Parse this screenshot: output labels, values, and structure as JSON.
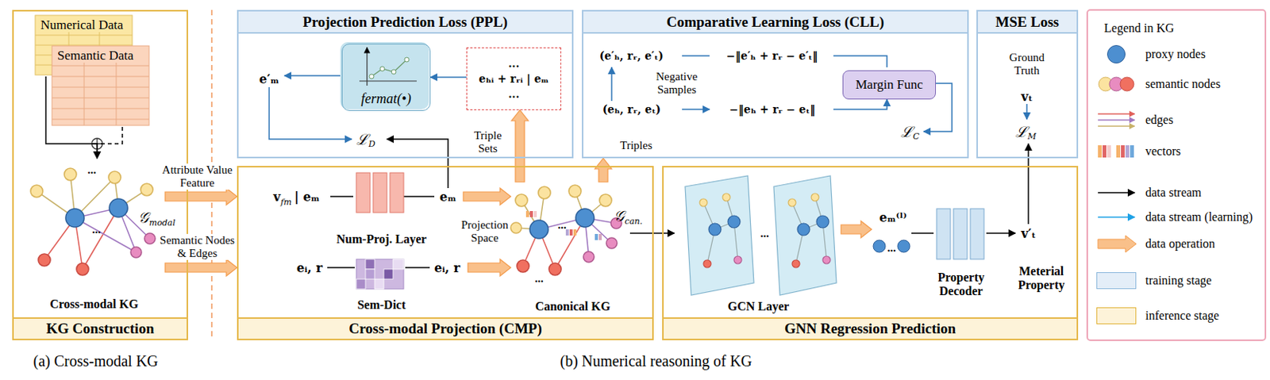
{
  "diagram": {
    "nodes": [
      {
        "text": [
          "KG Construction"
        ]
      },
      {
        "text": [
          "Numerical Data"
        ],
        "in": 0
      },
      {
        "text": [
          "Semantic Data"
        ],
        "in": 0
      },
      {
        "text": [
          "Cross-modal KG"
        ],
        "in": 0
      },
      {
        "text": [
          "Projection Prediction Loss (PPL)"
        ]
      },
      {
        "text": [
          "fermat(•)"
        ],
        "in": 4
      },
      {
        "text": [
          "...",
          "eₕᵢ + rᵣᵢ | eₘ",
          "..."
        ],
        "in": 4
      },
      {
        "text": [
          "Comparative Learning Loss (CLL)"
        ]
      },
      {
        "text": [
          "Margin Func"
        ],
        "in": 7
      },
      {
        "text": [
          "MSE Loss"
        ]
      },
      {
        "text": [
          "Cross-modal Projection (CMP)"
        ]
      },
      {
        "text": [
          "Num-Proj. Layer"
        ],
        "in": 10
      },
      {
        "text": [
          "Sem-Dict"
        ],
        "in": 10
      },
      {
        "text": [
          "Canonical KG"
        ],
        "in": 10
      },
      {
        "text": [
          "GNN Regression Prediction"
        ]
      },
      {
        "text": [
          "GCN Layer"
        ],
        "in": 14
      },
      {
        "text": [
          "Property Decoder"
        ],
        "in": 14
      }
    ],
    "edges": [
      {
        "from": 1,
        "to": 3,
        "arrow": "to"
      },
      {
        "from": 2,
        "to": 3,
        "arrow": "to"
      },
      {
        "from": 3,
        "to": 10,
        "arrow": "to",
        "label": "Attribute Value Feature"
      },
      {
        "from": 3,
        "to": 10,
        "arrow": "to",
        "label": "Semantic Nodes & Edges"
      },
      {
        "from": 6,
        "to": 5,
        "arrow": "to"
      },
      {
        "from": 13,
        "to": 6,
        "arrow": "to",
        "label": "Triple Sets"
      },
      {
        "from": 13,
        "to": 7,
        "arrow": "to",
        "label": "Triples"
      },
      {
        "from": 13,
        "to": 15,
        "arrow": "to"
      }
    ],
    "labels": [
      "Legend in KG",
      "(a) Cross-modal KG",
      "(b) Numerical reasoning of KG",
      "𝒢",
      "modal",
      "e′ₘ",
      "ℒ",
      "D",
      "(e′ₕ, rᵣ, e′ₜ)",
      "−‖e′ₕ + rᵣ − e′ₜ‖",
      "Negative Samples",
      "(eₕ, rᵣ, eₜ)",
      "−‖eₕ + rᵣ − eₜ‖",
      "ℒ",
      "C",
      "Ground Truth",
      "vₜ",
      "ℒ",
      "M",
      "v",
      "fm",
      "| eₘ",
      "eₘ",
      "eᵢ, r",
      "eᵢ, r",
      "Projection Space",
      "𝒢",
      "can.",
      "eₘ⁽ˡ⁾",
      "v′ₜ",
      "Meterial Property",
      "...",
      "...",
      "...",
      "...",
      "...",
      "..."
    ],
    "legend": [
      {
        "text": "proxy nodes",
        "color": "#4d8fd0"
      },
      {
        "text": "semantic nodes"
      },
      {
        "text": "edges"
      },
      {
        "text": "vectors"
      },
      {
        "text": "data stream"
      },
      {
        "text": "data stream (learning)"
      },
      {
        "text": "data operation"
      },
      {
        "text": "training stage",
        "color": "#e4eef8"
      },
      {
        "text": "inference stage",
        "color": "#fdf3d9"
      }
    ]
  }
}
